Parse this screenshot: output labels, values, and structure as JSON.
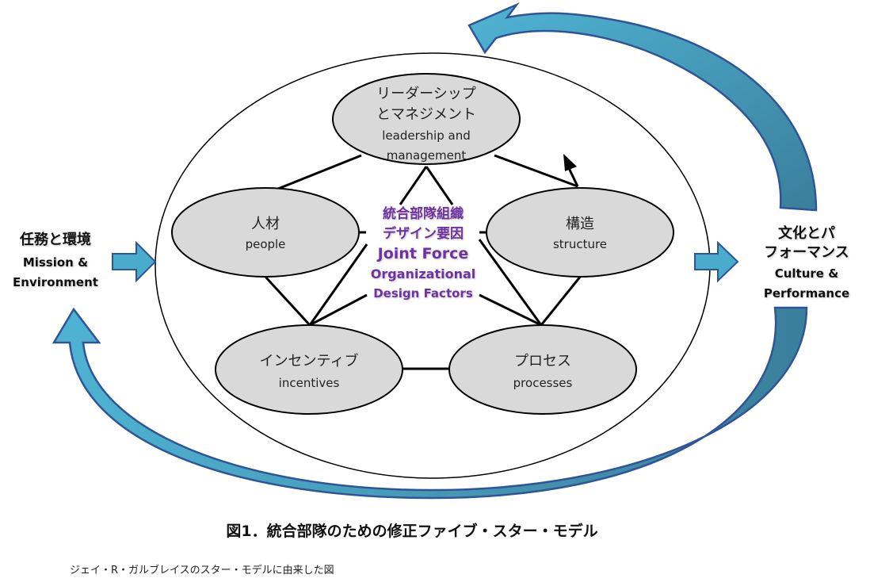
{
  "figure": {
    "caption": "図1．統合部隊のための修正ファイブ・スター・モデル",
    "source_note": "ジェイ・R・ガルブレイスのスター・モデルに由来した図"
  },
  "center": {
    "lines": [
      "統合部隊組織",
      "デザイン要因",
      "Joint Force",
      "Organizational",
      "Design Factors"
    ],
    "color": "#7030a0"
  },
  "nodes": {
    "leadership": {
      "jp_lines": [
        "リーダーシップ",
        "とマネジメント"
      ],
      "en_lines": [
        "leadership and",
        "management"
      ]
    },
    "people": {
      "jp": "人材",
      "en": "people"
    },
    "structure": {
      "jp": "構造",
      "en": "structure"
    },
    "incentives": {
      "jp": "インセンティブ",
      "en": "incentives"
    },
    "processes": {
      "jp": "プロセス",
      "en": "processes"
    }
  },
  "input": {
    "jp": "任務と環境",
    "en_lines": [
      "Mission &",
      "Environment"
    ]
  },
  "output": {
    "jp_lines": [
      "文化とパ",
      "フォーマンス"
    ],
    "en_lines": [
      "Culture &",
      "Performance"
    ]
  },
  "colors": {
    "node_fill": "#d9d9d9",
    "arrow_fill": "#4aaccc",
    "arrow_stroke": "#2f5597",
    "arrow_dark": "#3a85a0"
  }
}
